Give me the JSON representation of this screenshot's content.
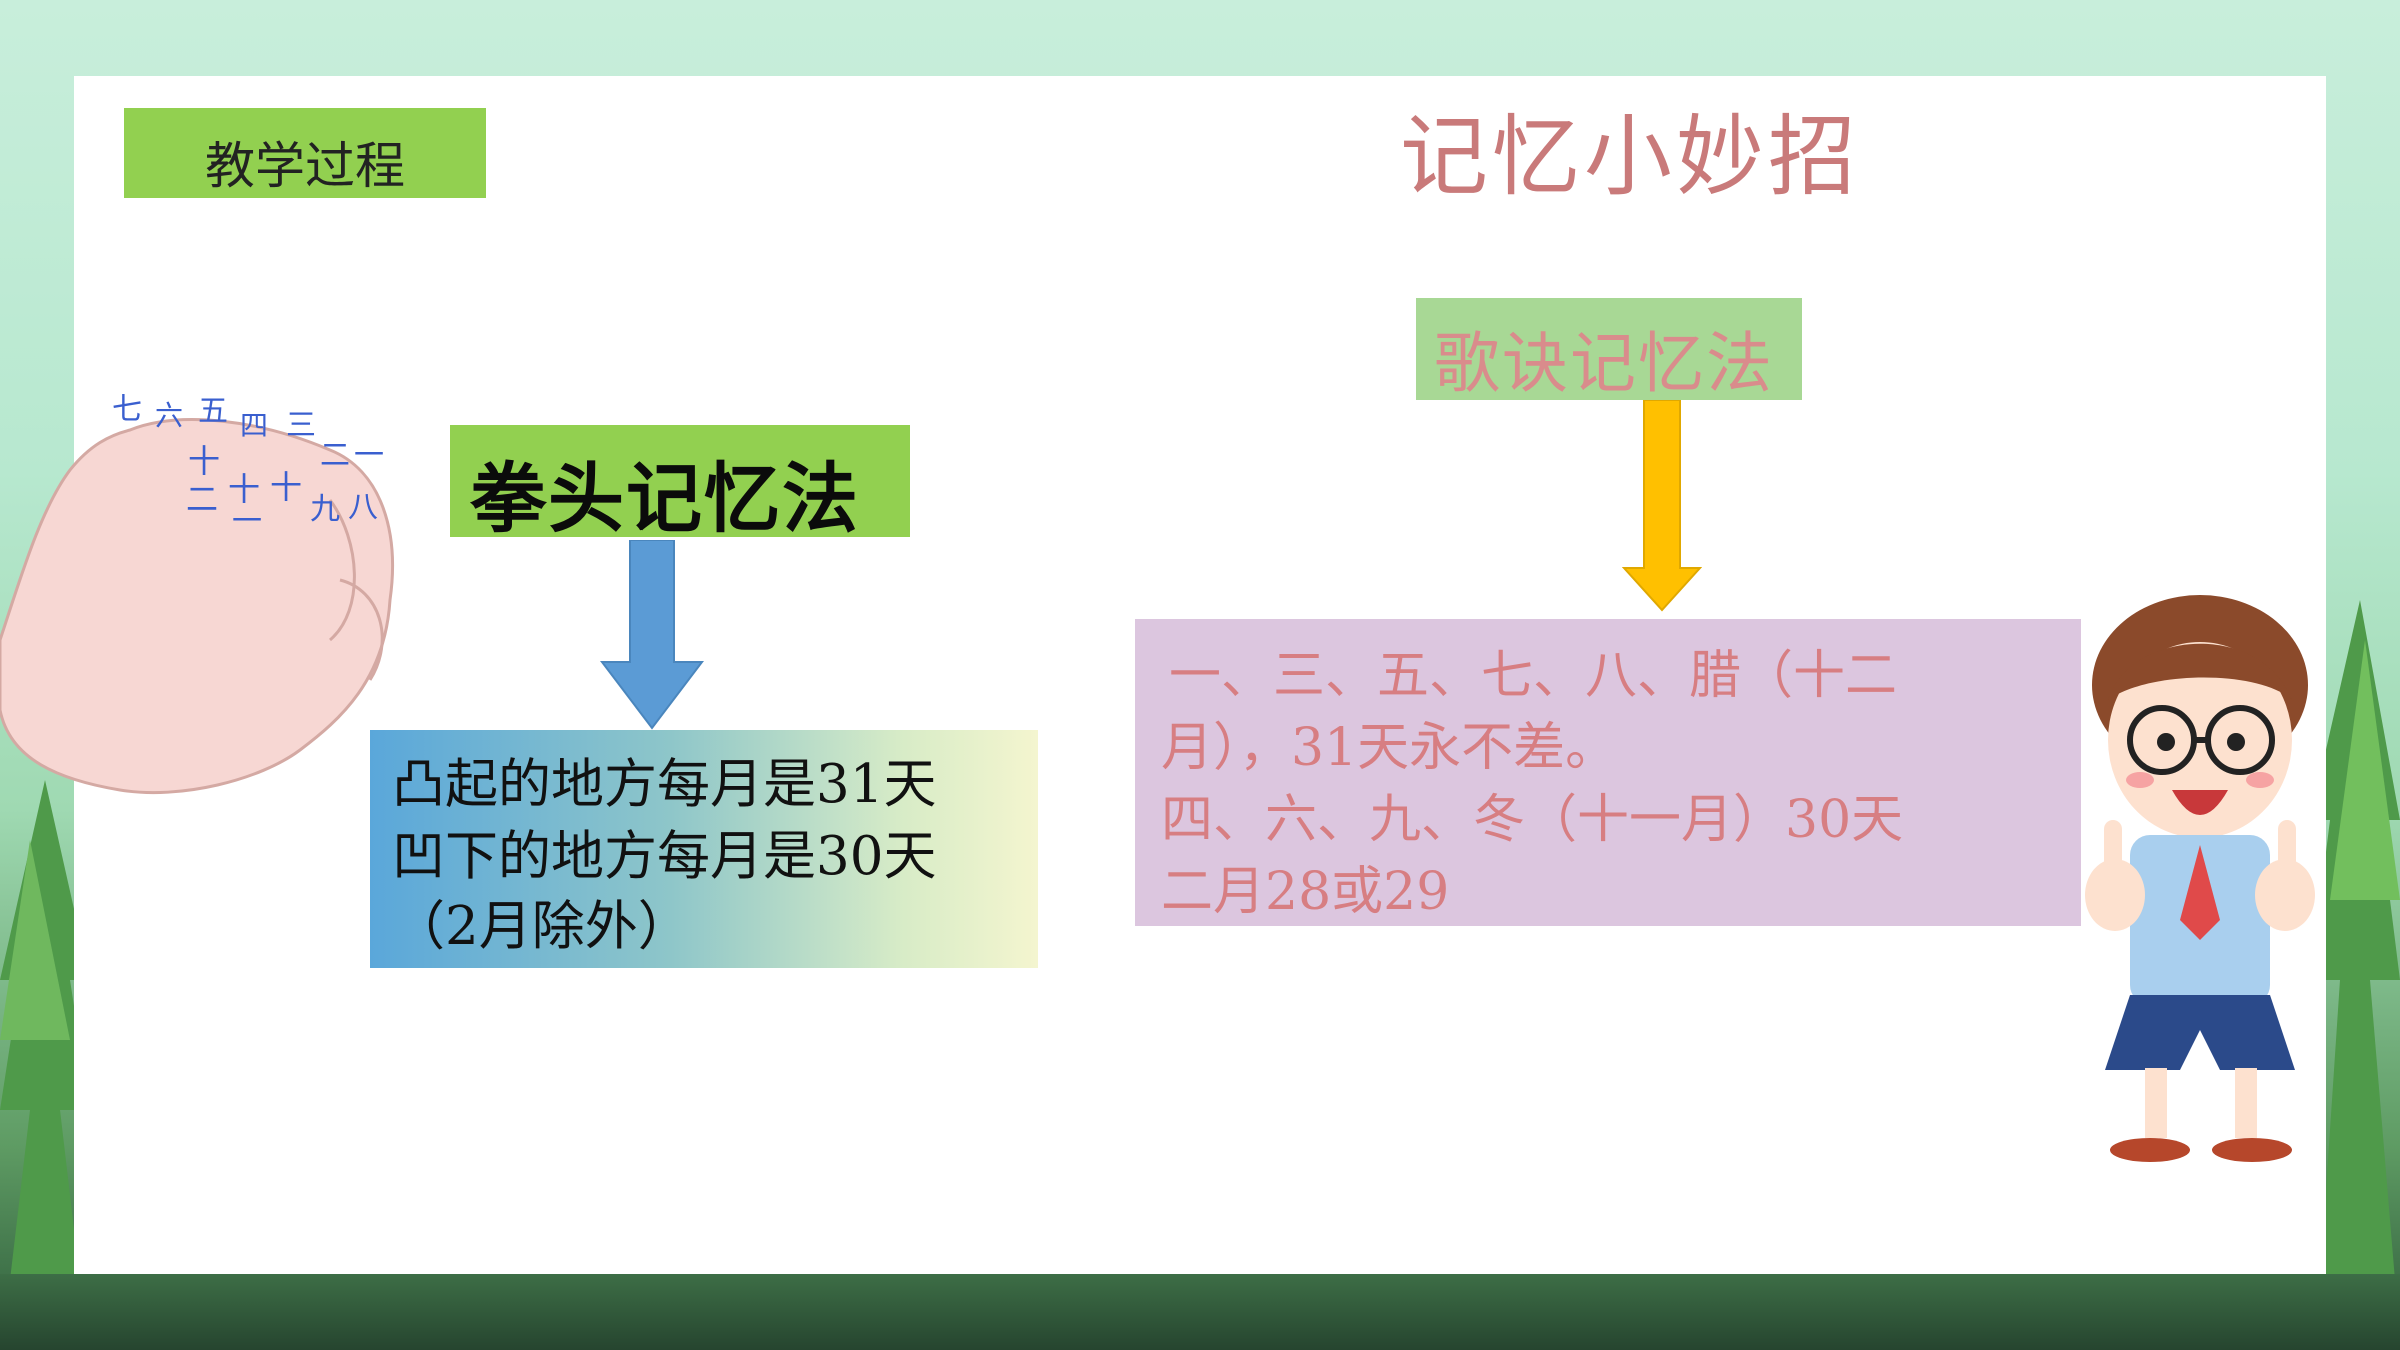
{
  "header": {
    "tag": "教学过程",
    "title": "记忆小妙招"
  },
  "fist": {
    "method": "拳头记忆法",
    "lines": [
      "凸起的地方每月是31天",
      "凹下的地方每月是30天",
      "（2月除外）"
    ],
    "knuckle_labels": [
      "七",
      "六",
      "五",
      "四",
      "三",
      "二",
      "一",
      "十",
      "二",
      "十",
      "一",
      "十",
      "九",
      "八"
    ]
  },
  "song": {
    "method": "歌诀记忆法",
    "lines": [
      "一、三、五、七、八、腊（十二",
      "月），31天永不差。",
      "四、六、九、冬（十一月）30天",
      "二月28或29"
    ]
  },
  "colors": {
    "tag_green": "#92d050",
    "title_pink": "#c97a7a",
    "arrow_blue": "#5b9bd5",
    "arrow_yellow": "#ffc000",
    "song_box": "#dcc6df",
    "song_text": "#d77e82"
  },
  "icons": [
    "fist-illustration",
    "thumbs-up-boy-illustration",
    "down-arrow-icon"
  ]
}
